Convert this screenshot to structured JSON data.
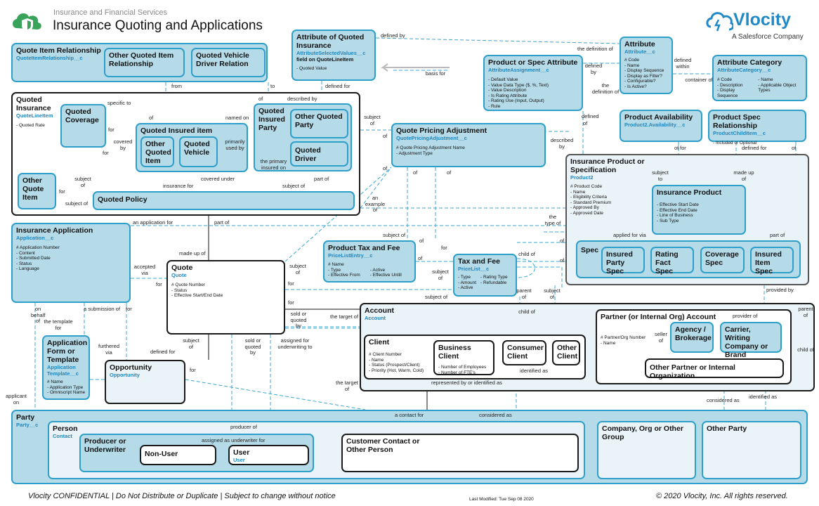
{
  "header": {
    "category": "Insurance and Financial Services",
    "title": "Insurance Quoting and Applications",
    "brand_name": "Vlocity",
    "brand_tagline": "A Salesforce Company"
  },
  "footer": {
    "confidential": "Vlocity CONFIDENTIAL | Do Not Distribute or Duplicate | Subject to change without notice",
    "modified": "Last Modified: Tue Sep 08 2020",
    "copyright": "© 2020 Vlocity, Inc. All rights reserved."
  },
  "entities": {
    "quote_item_rel": {
      "title": "Quote Item Relationship",
      "api": "QuoteItemRelationship__c"
    },
    "other_quoted_item_rel": {
      "title": "Other Quoted Item Relationship"
    },
    "quoted_vehicle_driver": {
      "title": "Quoted Vehicle Driver Relation"
    },
    "attr_quoted_ins": {
      "title": "Attribute of Quoted Insurance",
      "api": "AttributeSelectedValues__c",
      "api2": "field on QuoteLineItem",
      "attrs": "- Quoted Value"
    },
    "product_spec_attr": {
      "title": "Product or Spec Attribute",
      "api": "AttributeAssignment__c",
      "attrs": [
        "- Default Value",
        "- Value Data Type ($, %, Text)",
        "- Value Description",
        "- Is Rating Attribute",
        "- Rating Use (Input, Output)",
        "- Rule"
      ]
    },
    "attribute": {
      "title": "Attribute",
      "api": "Attribute__c",
      "attrs": [
        "# Code",
        "- Name",
        "- Display Sequence",
        "- Display as Filter?",
        "- Configurable?",
        "- Is Active?"
      ]
    },
    "attr_category": {
      "title": "Attribute Category",
      "api": "AttributeCategory__c",
      "attrs": [
        "# Code",
        "- Description",
        "- Display Sequence"
      ],
      "attrs2": [
        "- Name",
        "- Applicable Object Types"
      ]
    },
    "quoted_insurance": {
      "title": "Quoted Insurance",
      "api": "QuoteLineItem",
      "attrs": "- Quoted Rate"
    },
    "quoted_coverage": {
      "title": "Quoted Coverage"
    },
    "quoted_insured_item": {
      "title": "Quoted Insured item"
    },
    "other_quoted_item": {
      "title": "Other Quoted Item"
    },
    "quoted_vehicle": {
      "title": "Quoted Vehicle"
    },
    "quoted_insured_party": {
      "title": "Quoted Insured Party"
    },
    "other_quoted_party": {
      "title": "Other Quoted Party"
    },
    "quoted_driver": {
      "title": "Quoted Driver"
    },
    "other_quote_item": {
      "title": "Other Quote Item"
    },
    "quoted_policy": {
      "title": "Quoted Policy"
    },
    "quote_pricing_adj": {
      "title": "Quote Pricing Adjustment",
      "api": "QuotePricingAdjustment__c",
      "attrs": [
        "# Quote Pricing Adjustment Name",
        "- Adjustment Type"
      ]
    },
    "product_availability": {
      "title": "Product Availability",
      "api": "Product2.Availability__c"
    },
    "product_spec_rel": {
      "title": "Product Spec Relationship",
      "api": "ProductChildItem__c",
      "attrs": "- Included or Optional"
    },
    "ins_product_spec": {
      "title": "Insurance Product or Specification",
      "api": "Product2",
      "attrs": [
        "# Product Code",
        "- Name",
        "- Eligibility Criteria",
        "- Standard Premium",
        "- Approved By",
        "- Approved Date"
      ]
    },
    "insurance_product": {
      "title": "Insurance Product",
      "attrs": [
        "- Effective Start Date",
        "- Effective End Date",
        "- Line of Business",
        "- Sub Type"
      ]
    },
    "spec": {
      "title": "Spec"
    },
    "insured_party_spec": {
      "title": "Insured Party Spec"
    },
    "rating_fact_spec": {
      "title": "Rating Fact Spec"
    },
    "coverage_spec": {
      "title": "Coverage Spec"
    },
    "insured_item_spec": {
      "title": "Insured Item Spec"
    },
    "insurance_application": {
      "title": "Insurance Application",
      "api": "Application__c",
      "attrs": [
        "# Application Number",
        "- Content",
        "- Submitted Date",
        "- Status",
        "- Language"
      ]
    },
    "quote": {
      "title": "Quote",
      "api": "Quote",
      "attrs": [
        "# Quote Number",
        "- Status",
        "- Effective Start/End Date"
      ]
    },
    "product_tax_fee": {
      "title": "Product Tax and Fee",
      "api": "PriceListEntry__c",
      "attrs": [
        "# Name",
        "- Type",
        "- Effective From"
      ],
      "attrs2": [
        "- Active",
        "- Effective Untill"
      ]
    },
    "tax_fee": {
      "title": "Tax and Fee",
      "api": "PriceList__c",
      "attrs": [
        "- Type",
        "- Amount",
        "- Active"
      ],
      "attrs2": [
        "- Rating Type",
        "- Refundable"
      ]
    },
    "application_form": {
      "title": "Application Form or Template",
      "api": "Application Template__c",
      "attrs": [
        "# Name",
        "- Application Type",
        "- Omniscript Name"
      ]
    },
    "opportunity": {
      "title": "Opportunity",
      "api": "Opportunity"
    },
    "account": {
      "title": "Account",
      "api": "Account"
    },
    "client": {
      "title": "Client",
      "attrs": [
        "# Client Number",
        "- Name",
        "- Status (Prospect/Client)",
        "- Priority (Hot, Warm, Cold)"
      ]
    },
    "business_client": {
      "title": "Business Client",
      "attrs": [
        "- Number of Employees",
        "- Number of FTE's"
      ]
    },
    "consumer_client": {
      "title": "Consumer Client"
    },
    "other_client": {
      "title": "Other Client"
    },
    "partner_account": {
      "title": "Partner (or Internal Org) Account",
      "attrs": [
        "# Partner/Org Number",
        "- Name"
      ]
    },
    "agency": {
      "title": "Agency / Brokerage"
    },
    "carrier": {
      "title": "Carrier, Writing Company or Brand"
    },
    "other_partner": {
      "title": "Other Partner or Internal Organization"
    },
    "party": {
      "title": "Party",
      "api": "Party__c"
    },
    "person": {
      "title": "Person",
      "api": "Contact"
    },
    "producer": {
      "title": "Producer or Underwriter"
    },
    "non_user": {
      "title": "Non-User"
    },
    "user": {
      "title": "User",
      "api": "User"
    },
    "customer_contact": {
      "title": "Customer Contact or Other Person"
    },
    "company_org": {
      "title": "Company, Org or Other Group"
    },
    "other_party": {
      "title": "Other Party"
    }
  },
  "labels": {
    "defined_by": "defined by",
    "the_definition_of": "the definition of",
    "basis_for": "basis for",
    "from": "from",
    "to": "to",
    "of": "of",
    "defined_for": "defined for",
    "described_by": "described by",
    "specific_to": "specific to",
    "named_on": "named on",
    "for": "for",
    "covered_by": "covered by",
    "primarily_used_by": "primarily used by",
    "the_primary_insured_on": "the primary insured on",
    "subject_of": "subject of",
    "insurance_for": "insurance for",
    "covered_under": "covered under",
    "part_of": "part of",
    "defined_within": "defined within",
    "container_of": "container of",
    "defined": "defined",
    "an_example_of": "an example of",
    "the_type_of": "the type of",
    "applied_for_via": "applied for via",
    "subject_to": "subject to",
    "made_up_of": "made up of",
    "an_application_for": "an application for",
    "accepted_via": "accepted via",
    "on_behalf_of": "on behalf of",
    "a_submission_of": "a submission of",
    "the_template_for": "the template for",
    "furthered_via": "furthered via",
    "applicant_on": "applicant on",
    "sold_or_quoted_by": "sold or quoted by",
    "assigned_for_underwriting_to": "assigned for underwriting to",
    "the_target_of": "the target of",
    "child_of": "child of",
    "parent_of": "parent of",
    "seller_of": "seller of",
    "provider_of": "provider of",
    "provided_by": "provided by",
    "identified_as": "identified as",
    "represented_by": "represented by or identified as",
    "a_contact_for": "a contact for",
    "considered_as": "considered as",
    "producer_of": "producer of",
    "assigned_as_underwriter_for": "assigned as underwriter for"
  },
  "colors": {
    "entity_fill": "#b5dbe9",
    "entity_border": "#2e9fc9",
    "api_text": "#1f86bd",
    "brand": "#2389c6",
    "logo_green": "#3aa35b"
  },
  "icons": [
    "shield-logo-icon",
    "vlocity-cloud-icon"
  ]
}
